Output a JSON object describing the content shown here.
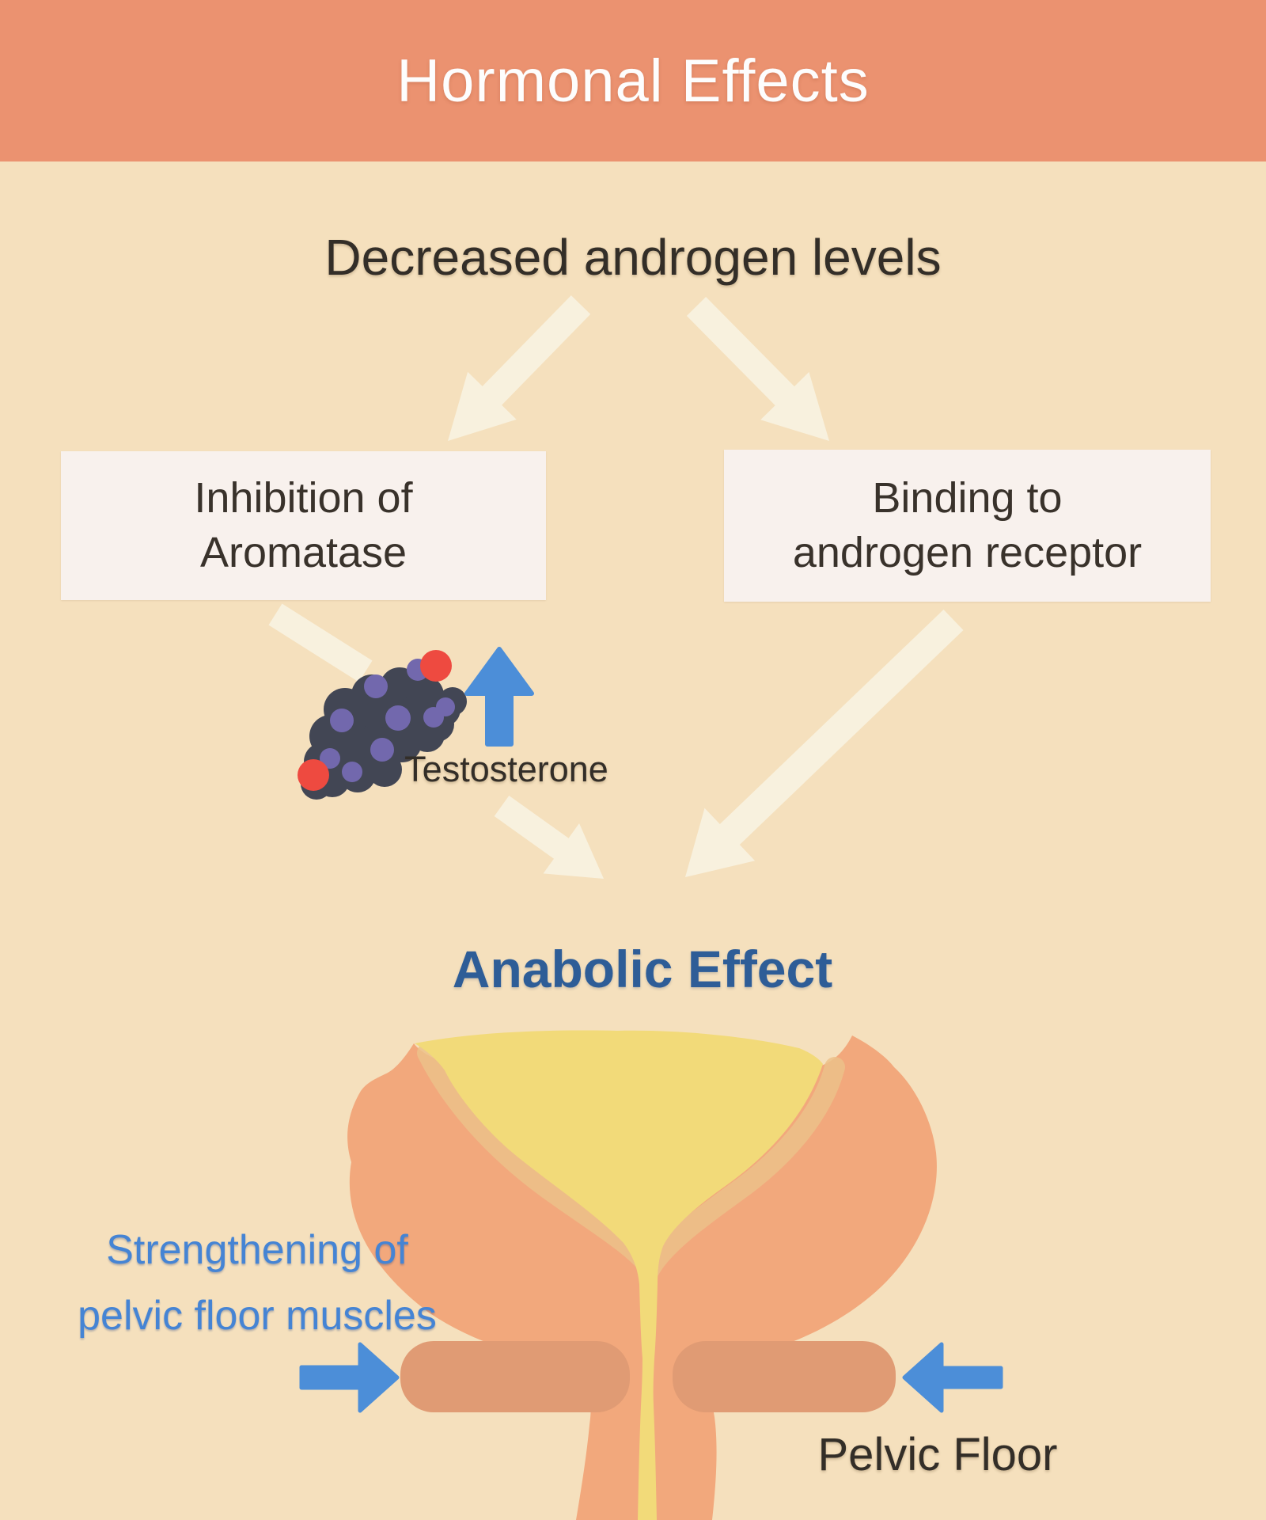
{
  "header": {
    "title": "Hormonal Effects"
  },
  "flow": {
    "source_label": "Decreased androgen levels",
    "left_box": {
      "line1": "Inhibition of",
      "line2": "Aromatase"
    },
    "right_box": {
      "line1": "Binding to",
      "line2": "androgen receptor"
    },
    "molecule_label": "Testosterone",
    "result_label": "Anabolic Effect"
  },
  "pelvic_section": {
    "caption_line1": "Strengthening of",
    "caption_line2": "pelvic floor muscles",
    "floor_label": "Pelvic Floor"
  },
  "icons": {
    "molecule": "testosterone-molecule-ball-model",
    "increase": "blue-up-arrow",
    "compress_left": "blue-right-arrow",
    "compress_right": "blue-left-arrow"
  },
  "colors": {
    "header_bg": "#EB9270",
    "canvas_bg": "#F5E0BD",
    "title_text": "#FDFDFD",
    "dark_text": "#332E28",
    "box_bg": "#F8F1ED",
    "cream_arrow": "#F8F1DE",
    "blue_arrow": "#4C8ED8",
    "result_text": "#2E5D97",
    "caption_blue": "#4584D4",
    "molecule_dark": "#424654",
    "molecule_purple": "#7268AD",
    "molecule_red": "#EE4A40",
    "organ_orange": "#F2A87C",
    "organ_yellow": "#F2DA79",
    "organ_band": "#ECC18A",
    "muscle_bar": "#E09B74"
  }
}
